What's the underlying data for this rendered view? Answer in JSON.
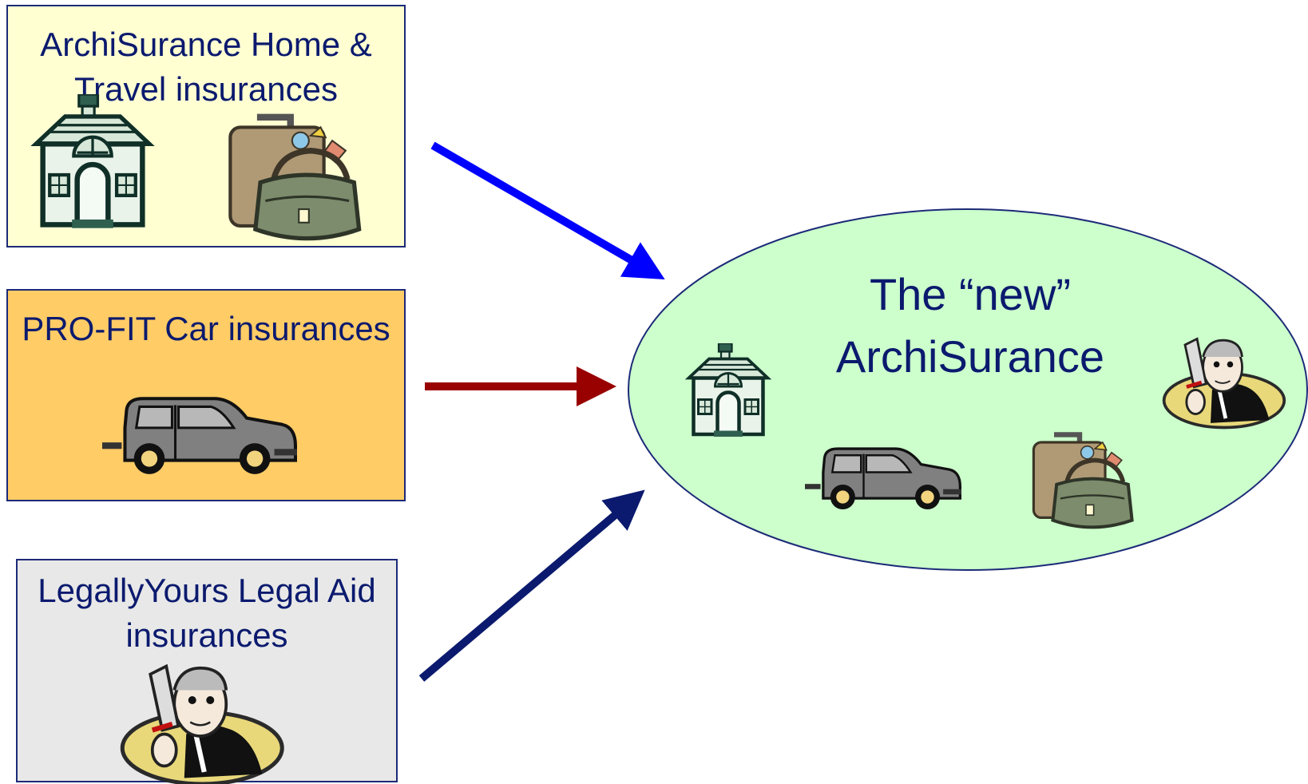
{
  "sources": [
    {
      "label": "ArchiSurance Home & Travel insurances",
      "fill": "#ffffd2",
      "icons": [
        "house-icon",
        "luggage-icon"
      ]
    },
    {
      "label": "PRO-FIT Car insurances",
      "fill": "#ffcc66",
      "icons": [
        "car-icon"
      ]
    },
    {
      "label": "LegallyYours Legal Aid insurances",
      "fill": "#e8e8e8",
      "icons": [
        "lawyer-icon"
      ]
    }
  ],
  "target": {
    "label": "The “new” ArchiSurance",
    "fill": "#ccffcc",
    "icons": [
      "house-icon",
      "car-icon",
      "luggage-icon",
      "lawyer-icon"
    ]
  },
  "arrows": [
    {
      "from": "ArchiSurance Home & Travel insurances",
      "color": "#0000ff"
    },
    {
      "from": "PRO-FIT Car insurances",
      "color": "#990000"
    },
    {
      "from": "LegallyYours Legal Aid insurances",
      "color": "#0b1a6e"
    }
  ]
}
